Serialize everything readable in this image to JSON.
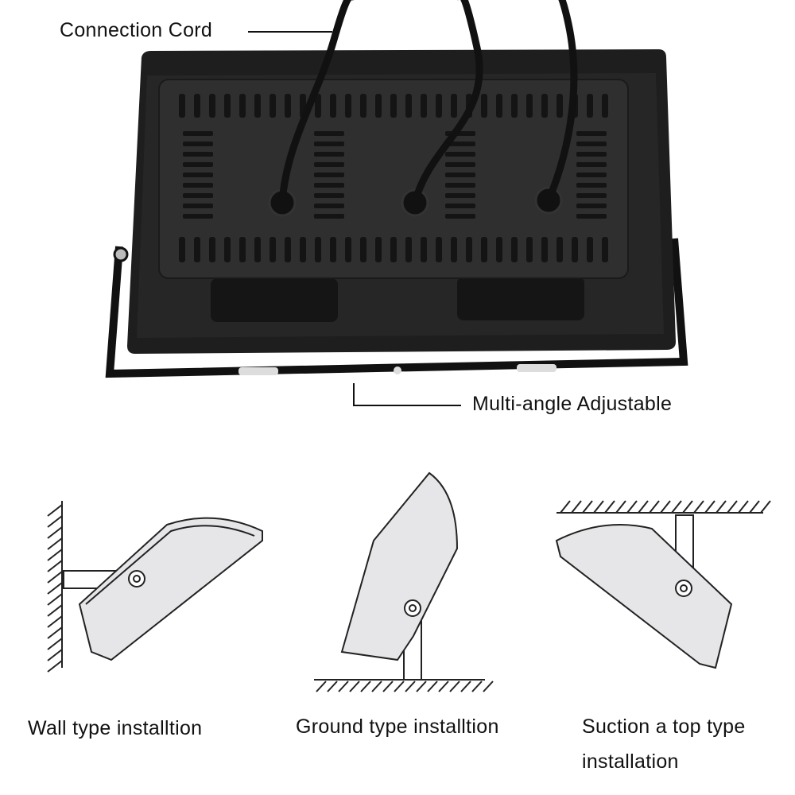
{
  "callouts": {
    "connection_cord": "Connection  Cord",
    "multi_angle": "Multi-angle Adjustable"
  },
  "installations": [
    {
      "label": "Wall type installtion"
    },
    {
      "label": "Ground type installtion"
    },
    {
      "label_line1": "Suction a top type",
      "label_line2": "installation"
    }
  ],
  "colors": {
    "housing": "#1e1e1e",
    "plate": "#2c2c2c",
    "diagram_fill": "#e6e6e8",
    "line": "#222222"
  }
}
